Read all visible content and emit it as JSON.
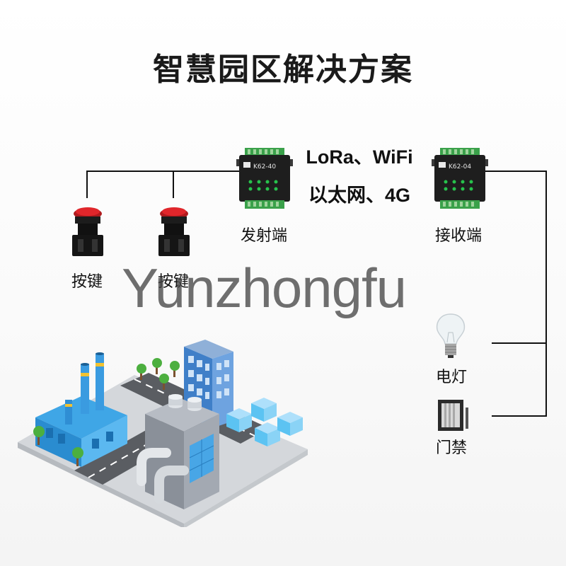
{
  "title": "智慧园区解决方案",
  "protocols": {
    "line1": "LoRa、WiFi",
    "line2": "以太网、4G"
  },
  "transmitter": {
    "label": "发射端",
    "model": "K62-40"
  },
  "receiver": {
    "label": "接收端",
    "model": "K62-04"
  },
  "buttons": [
    {
      "label": "按键"
    },
    {
      "label": "按键"
    }
  ],
  "outputs": {
    "light": "电灯",
    "door": "门禁"
  },
  "watermark": "Yunzhongfu",
  "colors": {
    "device": "#1e1e1e",
    "terminal": "#3aa14a",
    "led": "#27c24c",
    "button_cap": "#e0262b",
    "building_blue": "#3fa6e6"
  }
}
